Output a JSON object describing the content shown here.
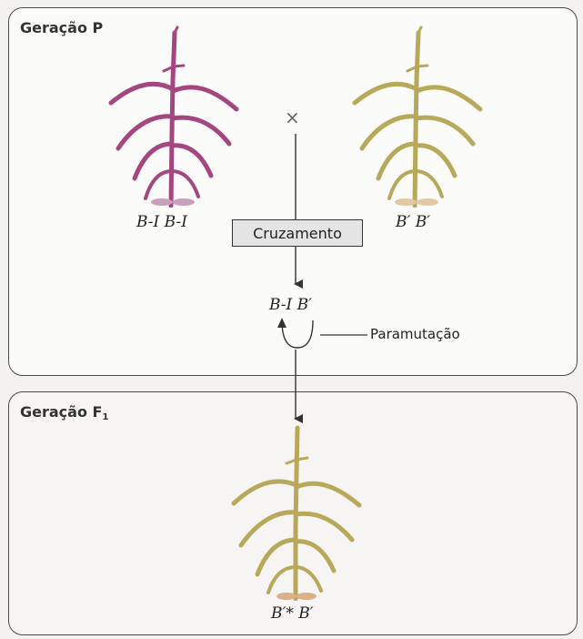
{
  "generation_p": {
    "title_main": "Geração P",
    "parent_left_genotype": "B-I B-I",
    "parent_right_genotype": "B′ B′",
    "cross_symbol": "×",
    "cross_label": "Cruzamento",
    "hybrid_genotype": "B-I B′",
    "paramutation_label": "Paramutação"
  },
  "generation_f1": {
    "title_main": "Geração F",
    "title_sub": "1",
    "offspring_genotype": "B′* B′"
  },
  "colors": {
    "purple_plant": "#a4467f",
    "yellow_plant": "#b8a85a",
    "panel_border": "#4a4a4a",
    "label_box": "#e4e4e4"
  }
}
